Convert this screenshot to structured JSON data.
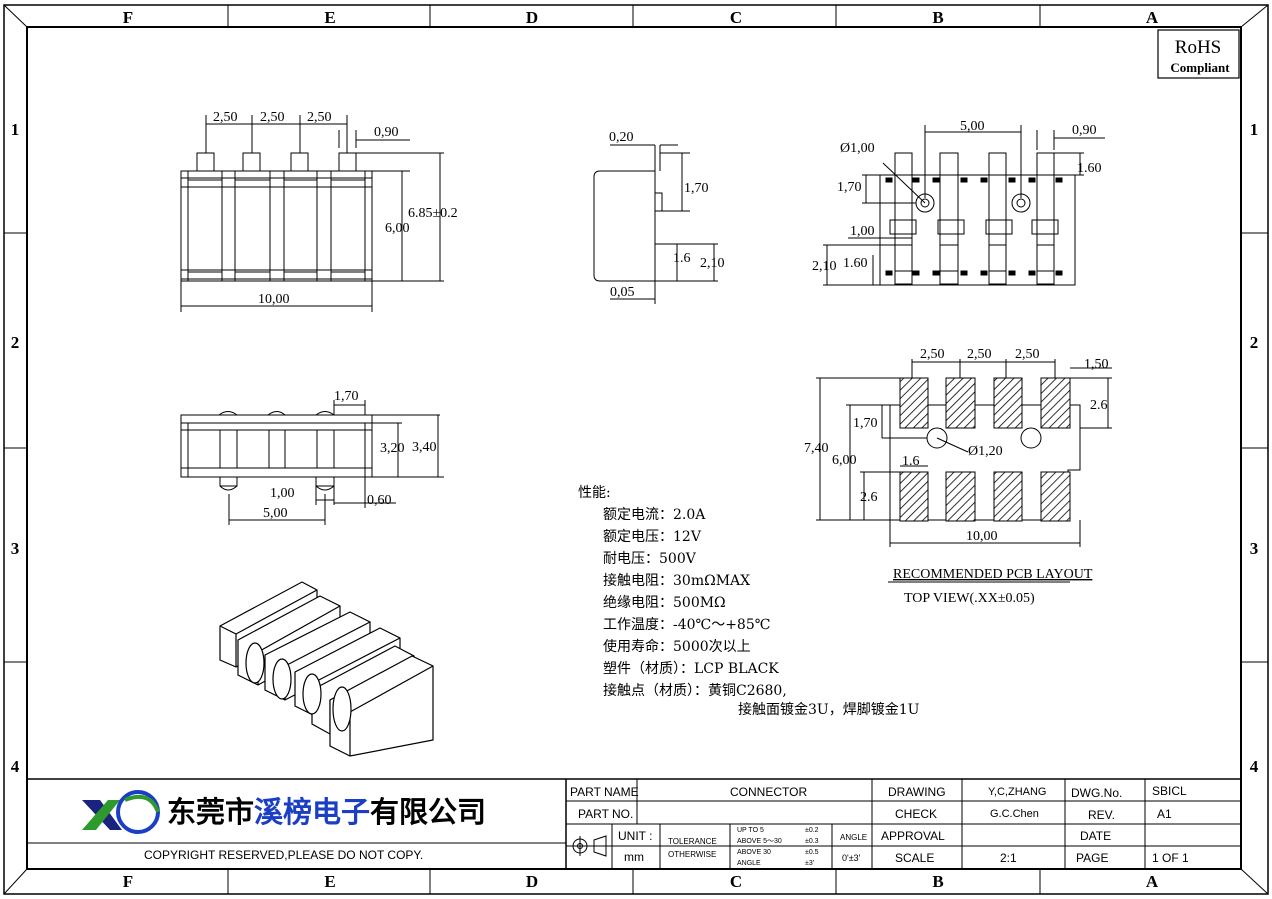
{
  "frame": {
    "col_labels": [
      "F",
      "E",
      "D",
      "C",
      "B",
      "A"
    ],
    "row_labels": [
      "1",
      "2",
      "3",
      "4"
    ]
  },
  "rohs": {
    "line1": "RoHS",
    "line2": "Compliant"
  },
  "dims_front": {
    "p1": "2,50",
    "p2": "2,50",
    "p3": "2,50",
    "pin_w": "0,90",
    "h_body": "6,00",
    "h_total": "6.85±0.2",
    "width": "10,00"
  },
  "dims_side": {
    "top": "0,20",
    "d1": "1,70",
    "d2": "1.6",
    "d3": "2,10",
    "bottom": "0,05"
  },
  "dims_top": {
    "span": "5,00",
    "pin_w": "0,90",
    "hole": "Ø1,00",
    "d160a": "1.60",
    "d170": "1,70",
    "d100": "1,00",
    "d210": "2,10",
    "d160b": "1.60"
  },
  "dims_lower": {
    "w170": "1,70",
    "h320": "3,20",
    "h340": "3,40",
    "d100": "1,00",
    "d060": "0,60",
    "d500": "5,00"
  },
  "dims_pcb": {
    "p1": "2,50",
    "p2": "2,50",
    "p3": "2,50",
    "d150": "1,50",
    "d26a": "2.6",
    "d170": "1,70",
    "d740": "7,40",
    "d600": "6,00",
    "hole": "Ø1,20",
    "d16": "1.6",
    "d26b": "2.6",
    "width": "10,00",
    "title": "RECOMMENDED PCB LAYOUT",
    "subtitle": "TOP VIEW(.XX±0.05)"
  },
  "specs": {
    "heading": "性能:",
    "lines": [
      "额定电流：2.0A",
      "额定电压：12V",
      "耐电压：500V",
      "接触电阻：30mΩMAX",
      "绝缘电阻：500MΩ",
      "工作温度：-40℃～+85℃",
      "使用寿命：5000次以上",
      "塑件（材质）：LCP BLACK",
      "接触点（材质）：黄铜C2680,"
    ],
    "last_line": "接触面镀金3U，焊脚镀金1U"
  },
  "title_block": {
    "company_black1": "东莞市",
    "company_blue": "溪榜电子",
    "company_black2": "有限公司",
    "copyright": "COPYRIGHT RESERVED,PLEASE DO NOT COPY.",
    "part_name_label": "PART NAME",
    "part_name": "CONNECTOR",
    "part_no_label": "PART NO.",
    "unit_label": "UNIT :",
    "unit": "mm",
    "tolerance_l1": "TOLERANCE",
    "tolerance_l2": "OTHERWISE",
    "tol_rows": [
      [
        "UP TO 5",
        "±0.2"
      ],
      [
        "ABOVE 5～30",
        "±0.3"
      ],
      [
        "ABOVE 30",
        "±0.5"
      ],
      [
        "ANGLE",
        "±3'"
      ]
    ],
    "angle_label": "ANGLE",
    "angle_val": "0'±3'",
    "drawing_label": "DRAWING",
    "drawing": "Y,C,ZHANG",
    "check_label": "CHECK",
    "check": "G.C.Chen",
    "approval_label": "APPROVAL",
    "scale_label": "SCALE",
    "scale": "2:1",
    "dwg_label": "DWG.No.",
    "dwg": "SBICL",
    "rev_label": "REV.",
    "rev": "A1",
    "date_label": "DATE",
    "page_label": "PAGE",
    "page": "1 OF 1"
  },
  "colors": {
    "ink": "#000000",
    "brand_blue": "#1a3fc4",
    "logo_green": "#2e9a2e",
    "logo_dark": "#1a237e"
  }
}
